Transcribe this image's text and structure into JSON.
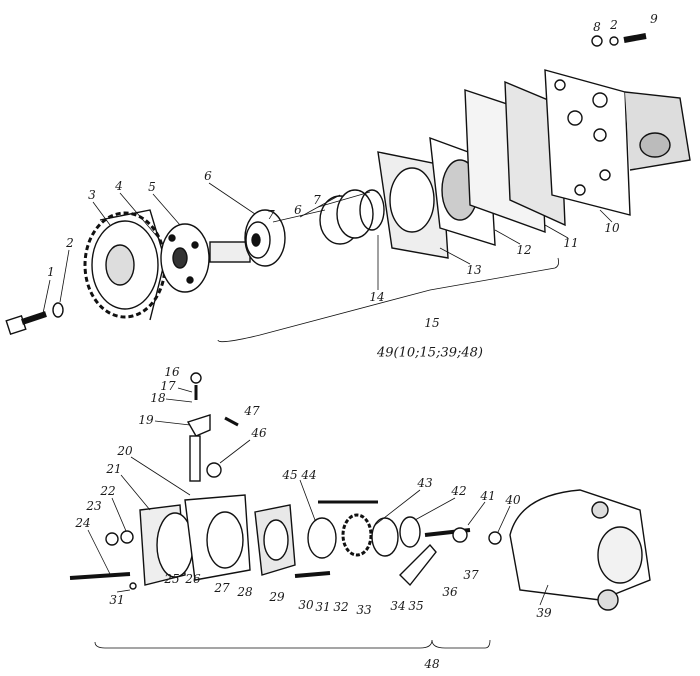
{
  "upper_assembly": {
    "callouts": [
      "8",
      "2",
      "9",
      "10",
      "11",
      "12",
      "13",
      "14",
      "7",
      "6",
      "7",
      "6",
      "5",
      "4",
      "3",
      "2",
      "1"
    ],
    "group_label": "15",
    "assembly_label": "49(10;15;39;48)"
  },
  "lower_assembly": {
    "callouts": [
      "16",
      "17",
      "18",
      "19",
      "47",
      "46",
      "20",
      "21",
      "22",
      "23",
      "24",
      "25",
      "26",
      "27",
      "28",
      "29",
      "30",
      "31",
      "32",
      "33",
      "34",
      "35",
      "36",
      "37",
      "39",
      "40",
      "41",
      "42",
      "43",
      "45",
      "44",
      "31"
    ],
    "group_label": "48"
  }
}
